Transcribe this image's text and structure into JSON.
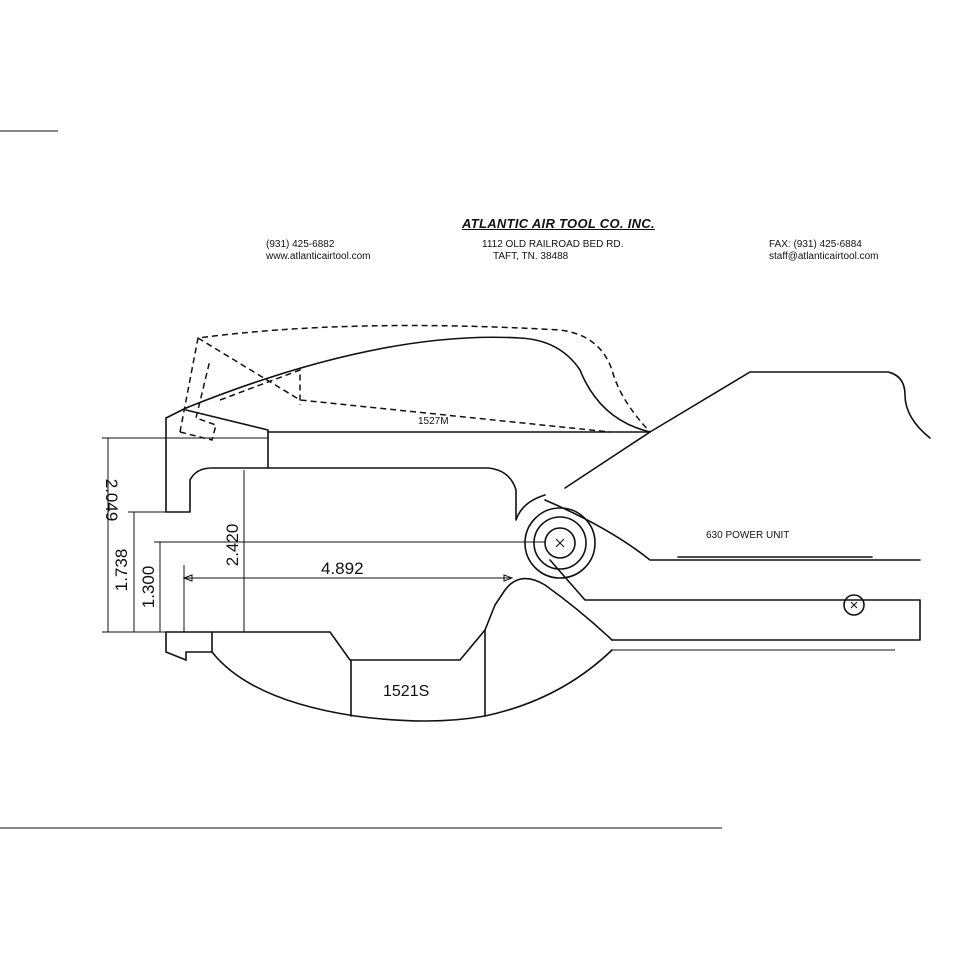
{
  "header": {
    "company": "ATLANTIC AIR TOOL CO. INC.",
    "phone": "(931)  425-6882",
    "website": "www.atlanticairtool.com",
    "address_line1": "1112 OLD RAILROAD BED RD.",
    "address_line2": "TAFT,  TN.  38488",
    "fax": "FAX: (931)  425-6884",
    "email": "staff@atlanticairtool.com"
  },
  "parts": {
    "upper_jaw": "1527M",
    "lower_jaw": "1521S",
    "power_unit": "630 POWER UNIT"
  },
  "dimensions": {
    "reach": "4.892",
    "gap_total": "2.420",
    "overall_height": "2.049",
    "depth_a": "1.738",
    "depth_b": "1.300"
  }
}
